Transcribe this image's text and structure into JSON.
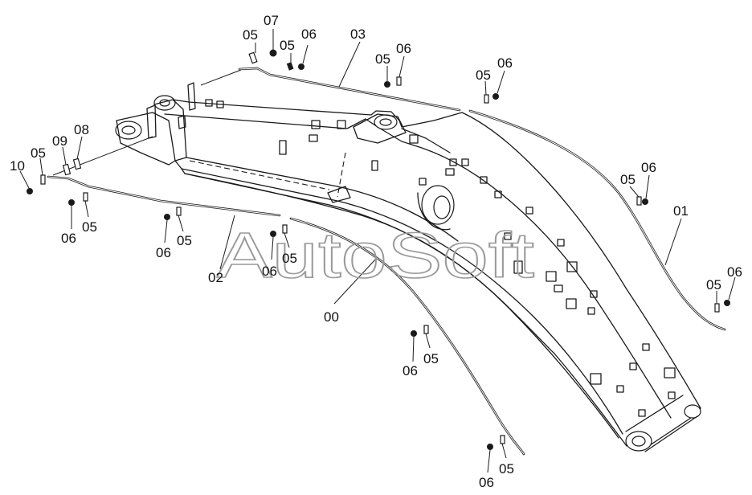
{
  "watermark": "AutoSoft",
  "part_labels": {
    "p00": "00",
    "p01": "01",
    "p02": "02",
    "p03": "03",
    "p05": "05",
    "p06": "06",
    "p07": "07",
    "p08": "08",
    "p09": "09",
    "p10": "10"
  }
}
